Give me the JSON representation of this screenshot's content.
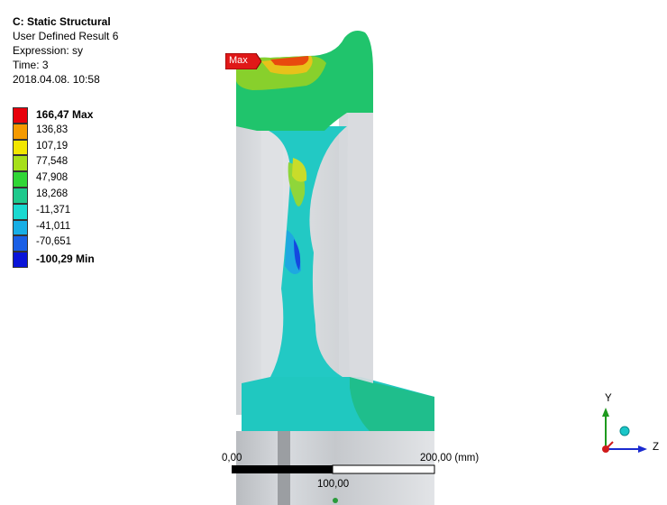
{
  "header": {
    "title": "C: Static Structural",
    "result_name": "User Defined Result 6",
    "expression": "Expression: sy",
    "time": "Time: 3",
    "date": "2018.04.08. 10:58"
  },
  "legend": {
    "entries": [
      {
        "label": "166,47 Max",
        "color": "#e8000b",
        "bold": true
      },
      {
        "label": "136,83",
        "color": "#f59a00",
        "bold": false
      },
      {
        "label": "107,19",
        "color": "#f2e600",
        "bold": false
      },
      {
        "label": "77,548",
        "color": "#a6e01a",
        "bold": false
      },
      {
        "label": "47,908",
        "color": "#30d636",
        "bold": false
      },
      {
        "label": "18,268",
        "color": "#1ec98c",
        "bold": false
      },
      {
        "label": "-11,371",
        "color": "#1ad9d0",
        "bold": false
      },
      {
        "label": "-41,011",
        "color": "#18aee5",
        "bold": false
      },
      {
        "label": "-70,651",
        "color": "#1a5fe6",
        "bold": false
      },
      {
        "label": "-100,29 Min",
        "color": "#0a14d8",
        "bold": true
      }
    ]
  },
  "max_probe": {
    "label": "Max"
  },
  "scale_bar": {
    "start": "0,00",
    "mid": "100,00",
    "end": "200,00 (mm)"
  },
  "triad": {
    "y": "Y",
    "z": "Z"
  }
}
